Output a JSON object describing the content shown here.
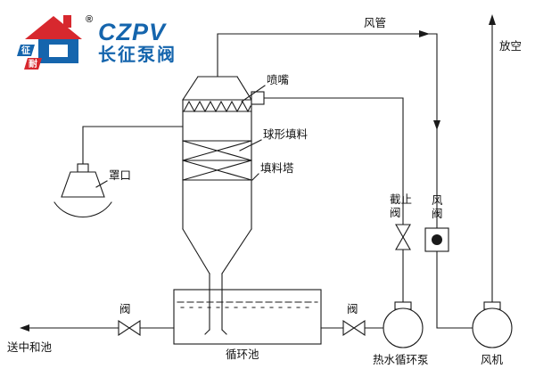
{
  "logo": {
    "acronym": "CZPV",
    "name": "长征泵阀",
    "registered": "®",
    "badge_top": "征",
    "badge_bottom": "耐"
  },
  "labels": {
    "duct": "风管",
    "vent": "放空",
    "nozzle": "喷嘴",
    "spherical_packing": "球形填料",
    "packed_tower": "填料塔",
    "hood": "罩口",
    "stop_valve": [
      "截止",
      "阀"
    ],
    "air_valve": [
      "风",
      "阀"
    ],
    "outlet_valve": "阀",
    "pump_inlet_valve": "阀",
    "to_neutralization": "送中和池",
    "circulation_pool": "循环池",
    "hot_water_pump": "热水循环泵",
    "fan": "风机"
  },
  "colors": {
    "line": "#1a1a1a",
    "logo_red": "#d7282e",
    "logo_blue": "#1565ad"
  }
}
